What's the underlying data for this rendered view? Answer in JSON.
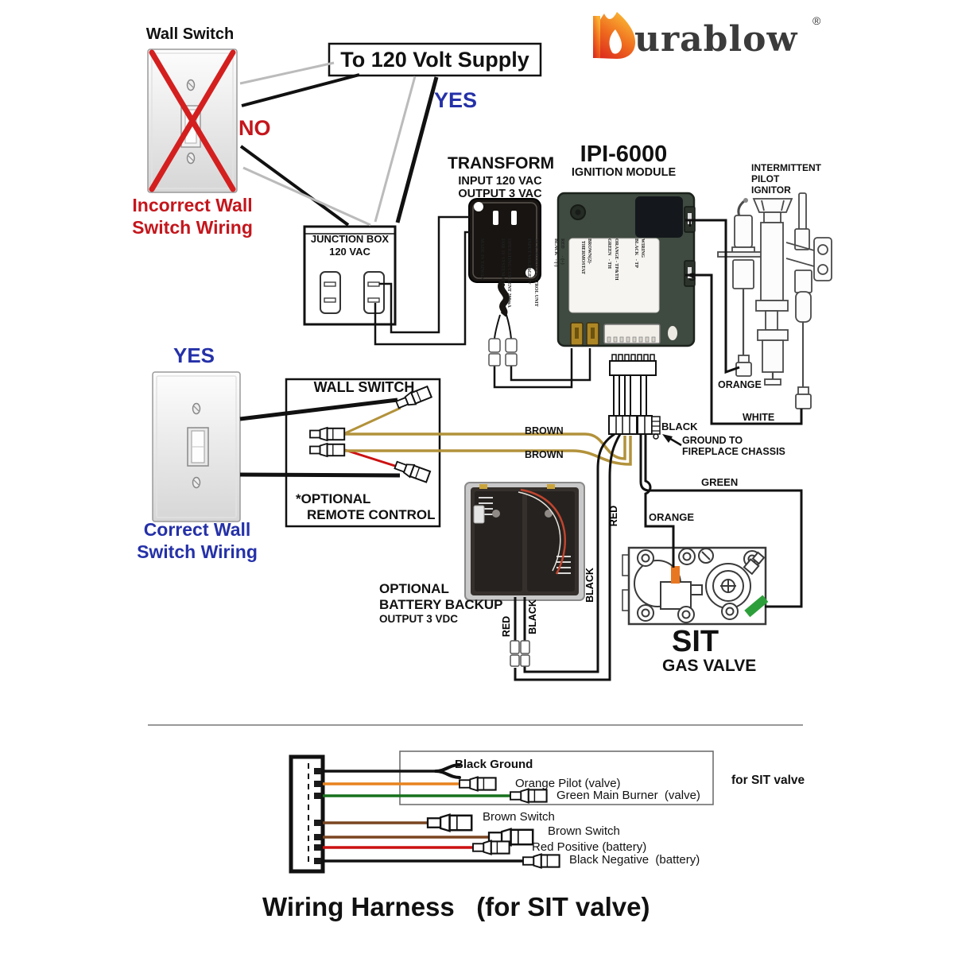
{
  "colors": {
    "accent_red": "#c4161c",
    "accent_blue": "#2531a8",
    "wire_tan": "#b2923b",
    "wire_brown": "#7a4520",
    "wire_orange": "#e8821e",
    "wire_green": "#17721d",
    "wire_red": "#cc1111",
    "module_body": "#3f4a40",
    "valve_orange_tab": "#e87722",
    "valve_green_tab": "#2d9f3a"
  },
  "logo": {
    "brand_suffix": "urablow",
    "registered": "®"
  },
  "incorrect_switch": {
    "title": "Wall Switch",
    "verdict": "NO",
    "caption_line1": "Incorrect Wall",
    "caption_line2": "Switch Wiring"
  },
  "supply": {
    "label": "To 120 Volt Supply",
    "verdict": "YES"
  },
  "junction_box": {
    "line1": "JUNCTION BOX",
    "line2": "120 VAC"
  },
  "transformer": {
    "title": "TRANSFORM",
    "input": "INPUT 120 VAC",
    "output": "OUTPUT 3 VAC"
  },
  "module": {
    "title": "IPI-6000",
    "subtitle": "IGNITION MODULE",
    "terminal_i": "I",
    "terminal_s": "S",
    "label_lines": [
      "WIRING",
      "BLACK   - TP",
      "ORANGE - TP&TH",
      "GREEN   - TH",
      "BROWN(2)-",
      "  THERMOSTAT",
      "RED      - (+)",
      "BLACK   - (-)",
      "3V IGNITION CONTROL UNIT",
      "INPUT VOLTAGE 3V",
      "OPERATING CURRENT 200mA",
      "FOR 3V SYSTEM ONLY",
      "MADE IN TAIWAN"
    ]
  },
  "pilot": {
    "line1": "INTERMITTENT",
    "line2": "PILOT",
    "line3": "IGNITOR",
    "orange_label": "ORANGE",
    "white_label": "WHITE"
  },
  "correct_switch": {
    "verdict": "YES",
    "caption_line1": "Correct Wall",
    "caption_line2": "Switch Wiring"
  },
  "remote_box": {
    "title": "WALL SWITCH",
    "note_line1": "*OPTIONAL",
    "note_line2": "REMOTE CONTROL"
  },
  "mid_wires": {
    "brown1": "BROWN",
    "brown2": "BROWN",
    "ground_black": "BLACK",
    "ground_line1": "GROUND TO",
    "ground_line2": "FIREPLACE CHASSIS",
    "green": "GREEN",
    "orange": "ORANGE",
    "vert_red": "RED",
    "vert_black": "BLACK",
    "battery_red": "RED",
    "battery_black": "BLACK"
  },
  "battery": {
    "line1": "OPTIONAL",
    "line2": "BATTERY BACKUP",
    "line3": "OUTPUT 3 VDC"
  },
  "valve": {
    "title": "SIT",
    "subtitle": "GAS VALVE"
  },
  "harness": {
    "wires": [
      {
        "name": "black-ground",
        "label": "Black Ground"
      },
      {
        "name": "orange-pilot",
        "label": "Orange Pilot (valve)"
      },
      {
        "name": "green-main-burner",
        "label": "Green Main Burner  (valve)"
      },
      {
        "name": "brown-switch-1",
        "label": "Brown Switch"
      },
      {
        "name": "brown-switch-2",
        "label": "Brown Switch"
      },
      {
        "name": "red-positive",
        "label": "Red Positive (battery)"
      },
      {
        "name": "black-negative",
        "label": "Black Negative  (battery)"
      }
    ],
    "note": "for SIT valve",
    "title": "Wiring Harness   (for SIT valve)"
  }
}
